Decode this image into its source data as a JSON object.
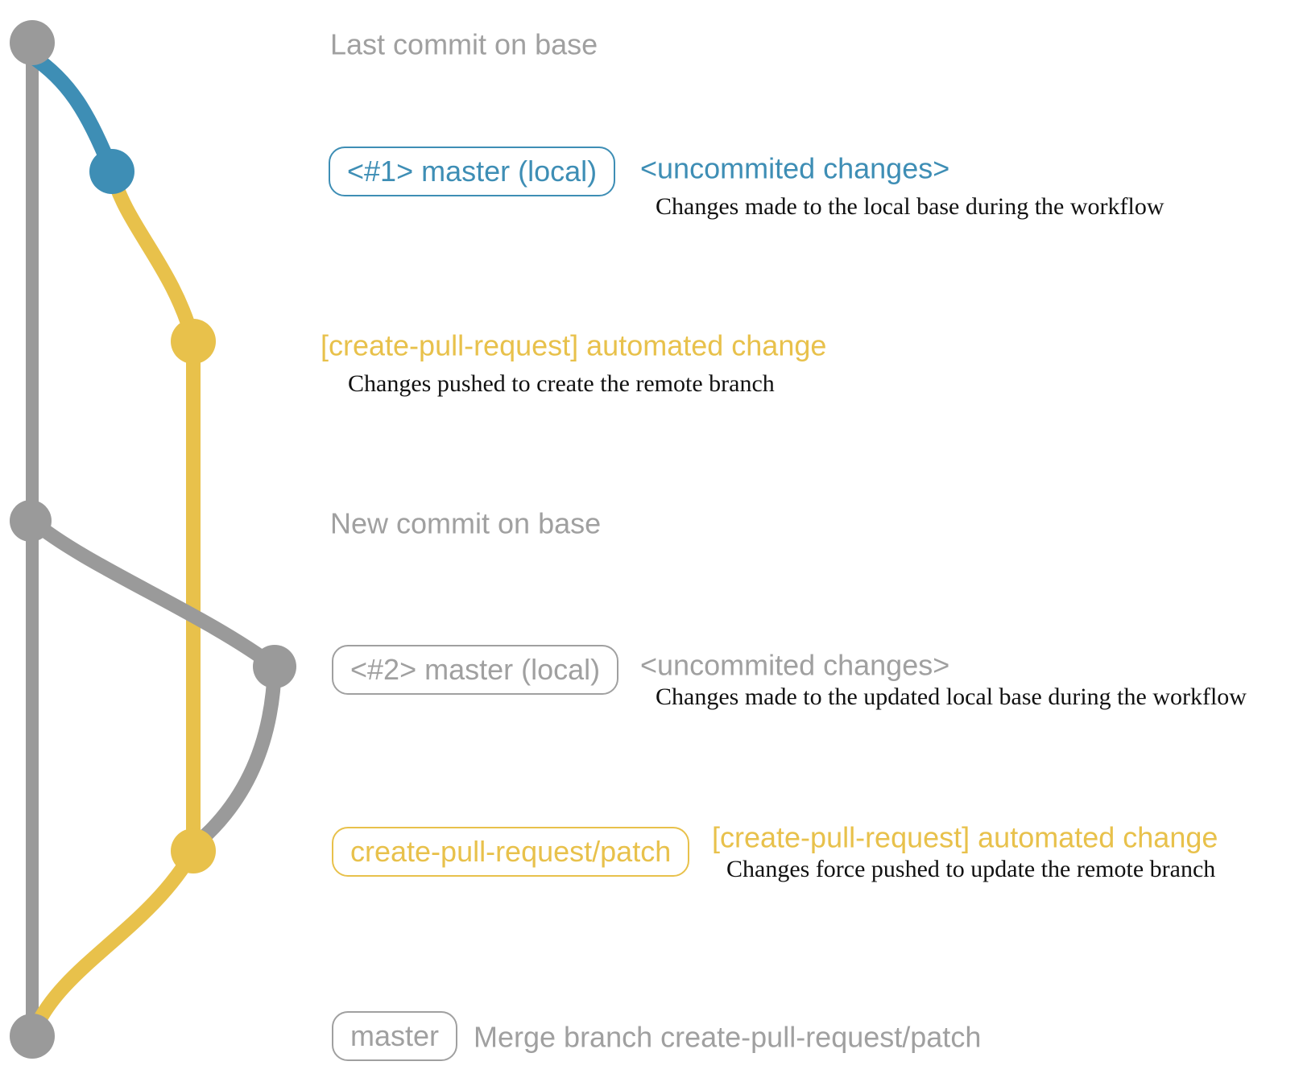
{
  "colors": {
    "blue": "#3e8eb5",
    "yellow": "#e8c14b",
    "gray": "#9a9a9a",
    "gray_text": "#a0a0a0",
    "ink": "#111111"
  },
  "rows": {
    "base_tip": {
      "label": "Last commit on base"
    },
    "local1": {
      "badge": "<#1> master (local)",
      "note": "<uncommited changes>",
      "detail": "Changes made to the local base during the workflow"
    },
    "patch1": {
      "note": "[create-pull-request] automated change",
      "detail": "Changes pushed to create the remote branch"
    },
    "base_new": {
      "label": "New commit on base"
    },
    "local2": {
      "badge": "<#2> master (local)",
      "note": "<uncommited changes>",
      "detail": "Changes made to the updated local base during the workflow"
    },
    "patch2": {
      "badge": "create-pull-request/patch",
      "note": "[create-pull-request] automated change",
      "detail": "Changes force pushed to update the remote branch"
    },
    "merge": {
      "badge": "master",
      "label": "Merge branch create-pull-request/patch"
    }
  }
}
